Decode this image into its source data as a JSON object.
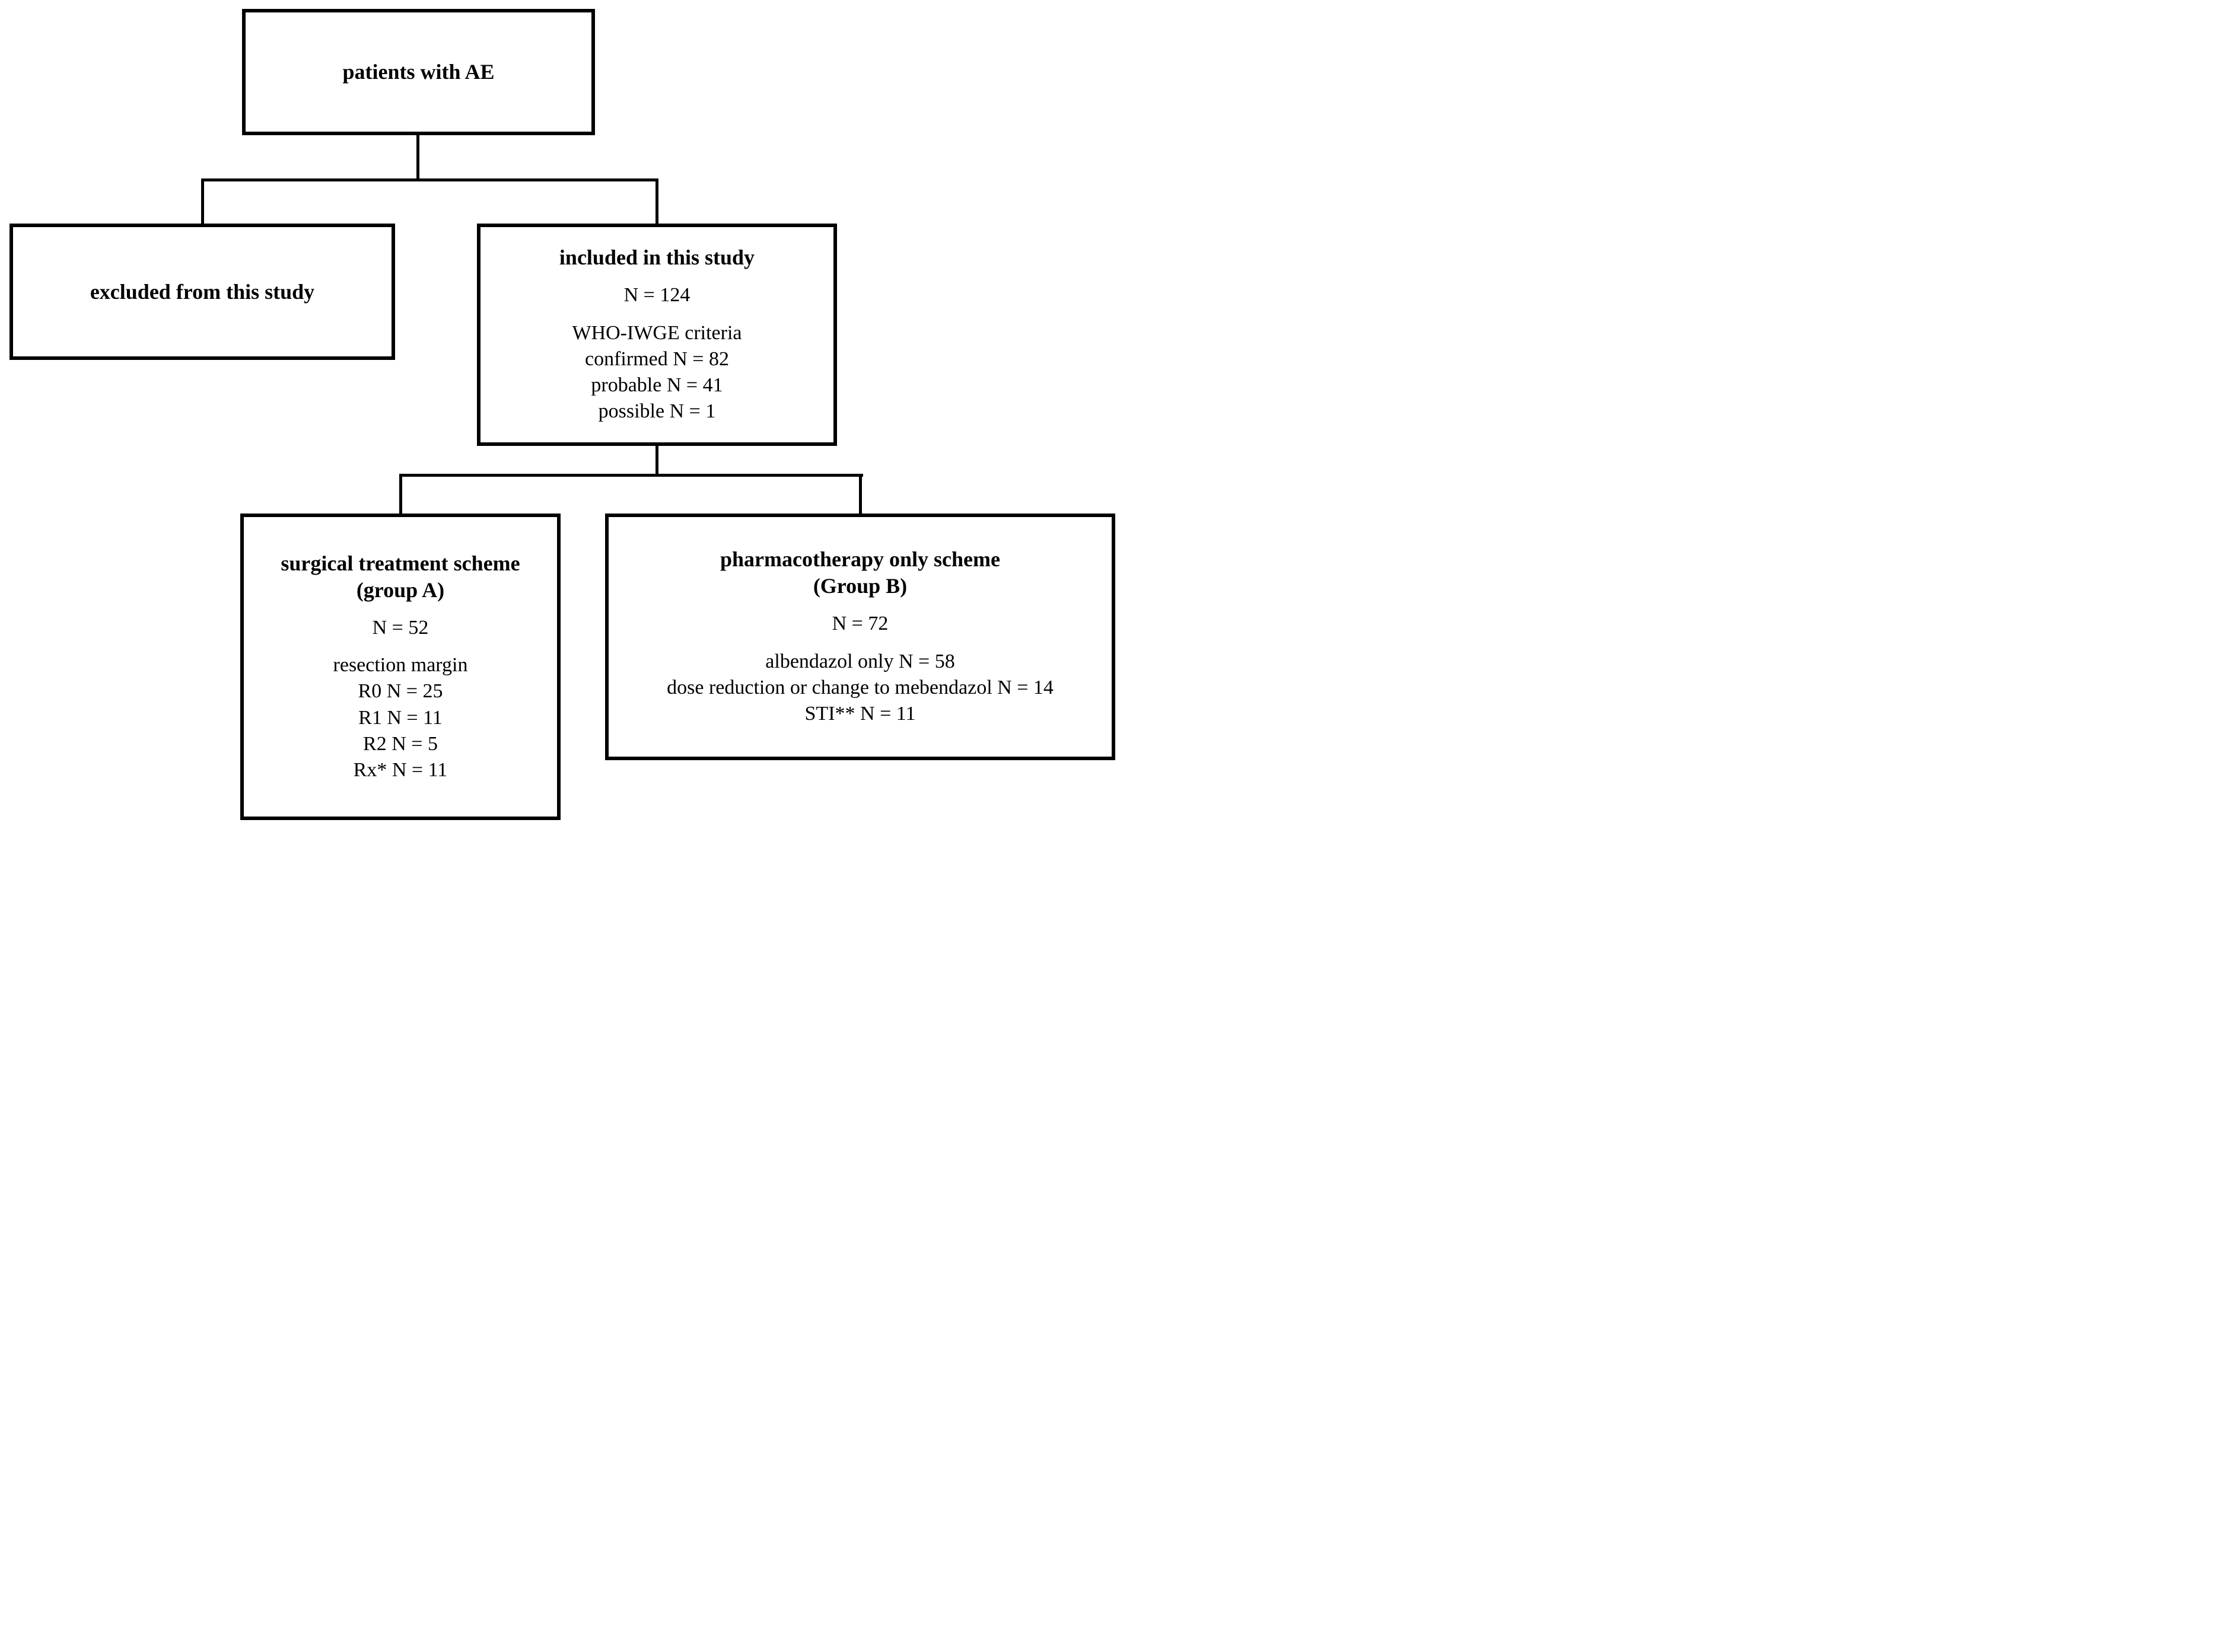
{
  "diagram": {
    "background_color": "#ffffff",
    "line_color": "#000000",
    "boxes": {
      "patients": {
        "title": "patients with AE"
      },
      "excluded": {
        "title": "excluded from this study"
      },
      "included": {
        "title": "included in this study",
        "n": "N = 124",
        "details": [
          "WHO-IWGE criteria",
          "confirmed N = 82",
          "probable N = 41",
          "possible N = 1"
        ]
      },
      "group_a": {
        "title": "surgical treatment scheme",
        "subtitle": "(group A)",
        "n": "N = 52",
        "details": [
          "resection margin",
          "R0 N = 25",
          "R1 N = 11",
          "R2 N = 5",
          "Rx* N = 11"
        ]
      },
      "group_b": {
        "title": "pharmacotherapy only scheme",
        "subtitle": "(Group B)",
        "n": "N = 72",
        "details": [
          "albendazol only N = 58",
          "dose reduction or change to mebendazol N = 14",
          "STI** N = 11"
        ]
      }
    }
  }
}
